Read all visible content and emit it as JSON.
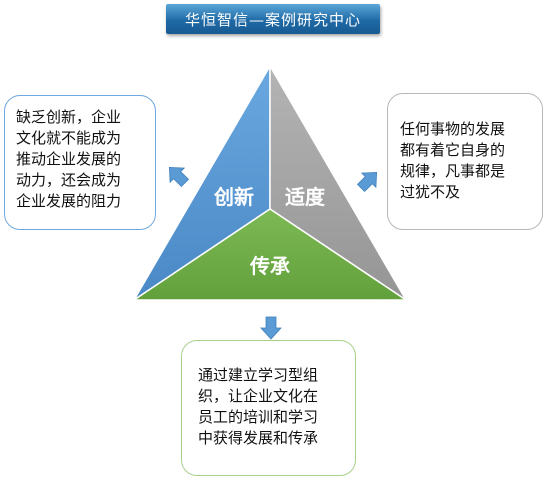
{
  "banner": {
    "title": "华恒智信—案例研究中心"
  },
  "triangle": {
    "left_label": "创新",
    "right_label": "适度",
    "bottom_label": "传承",
    "colors": {
      "left": "#5b9bd5",
      "right": "#a5a5a5",
      "bottom": "#70ad47"
    }
  },
  "left_box": {
    "lines": [
      "缺乏创新，企业",
      "文化就不能成为",
      "推动企业发展的",
      "动力，还会成为",
      "企业发展的阻力"
    ]
  },
  "right_box": {
    "lines": [
      "任何事物的发展",
      "都有着它自身的",
      "规律，凡事都是",
      "过犹不及"
    ]
  },
  "bottom_box": {
    "lines": [
      "通过建立学习型组",
      "织，让企业文化在",
      "员工的培训和学习",
      "中获得发展和传承"
    ]
  },
  "arrow_color": "#5b9bd5"
}
